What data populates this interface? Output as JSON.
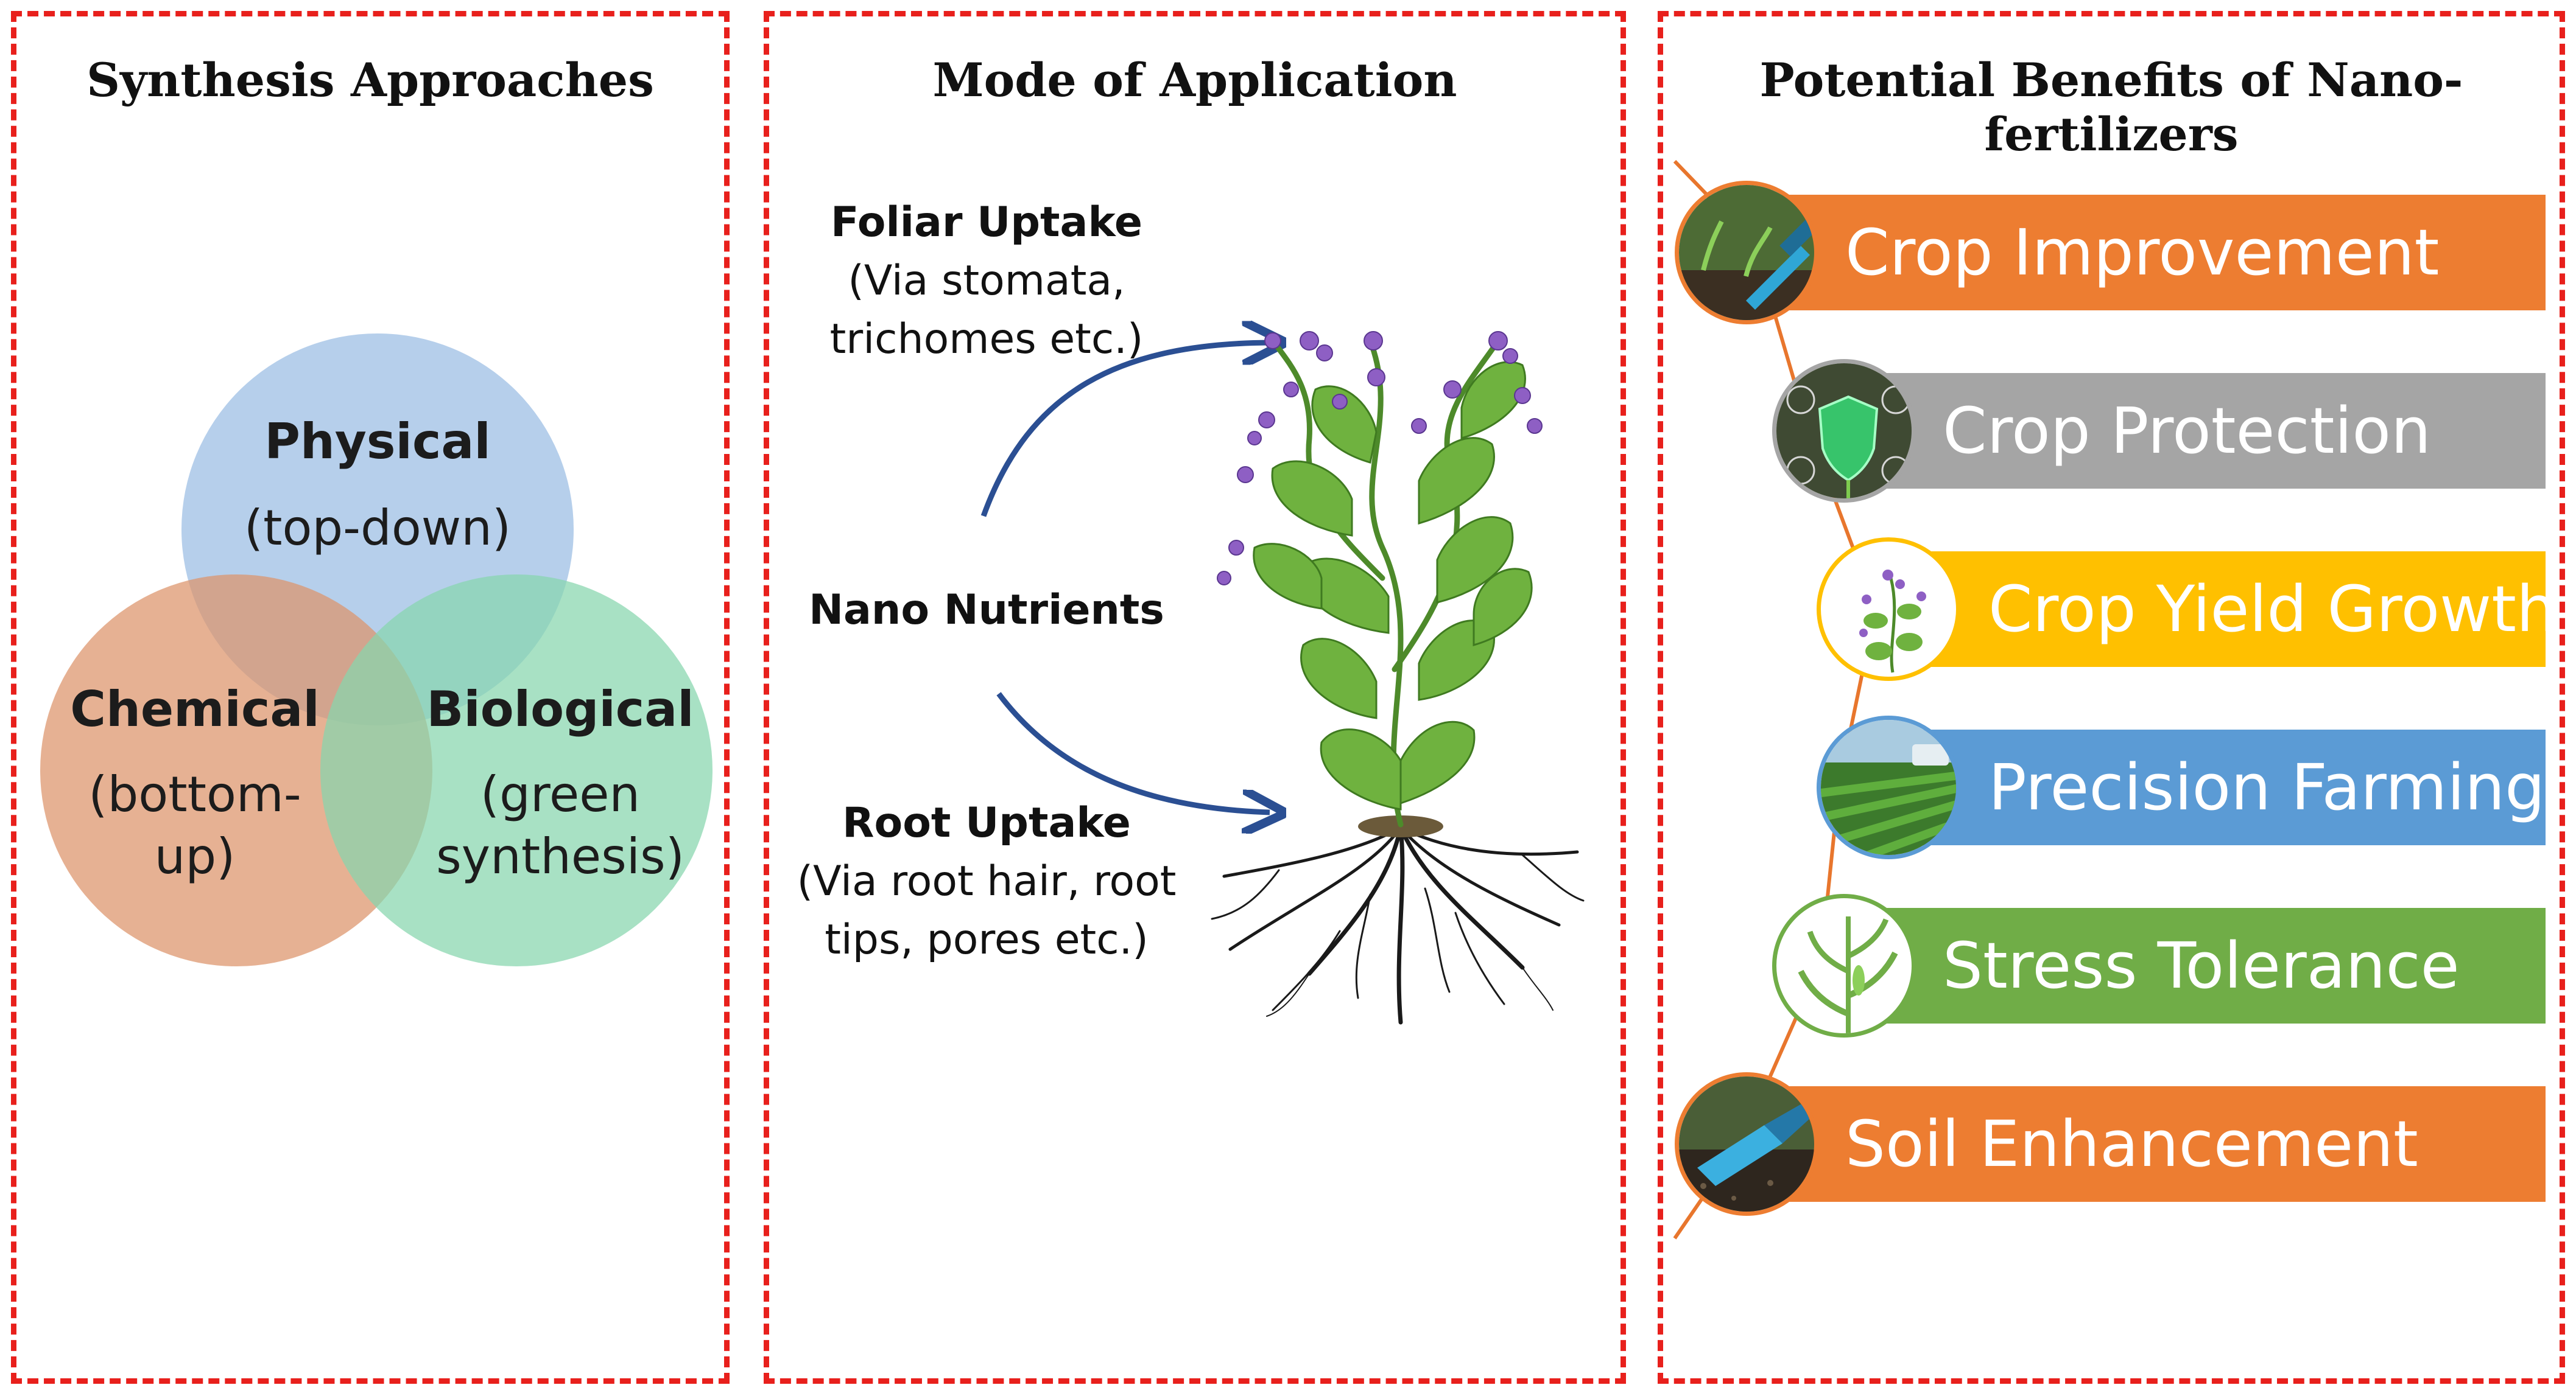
{
  "panels": {
    "synthesis": {
      "title": "Synthesis Approaches",
      "circles": [
        {
          "name": "Physical",
          "sub": "(top-down)",
          "color": "#a9c7e8"
        },
        {
          "name": "Chemical",
          "sub_line1": "(bottom-",
          "sub_line2": "up)",
          "color": "#e2a37f"
        },
        {
          "name": "Biological",
          "sub_line1": "(green",
          "sub_line2": "synthesis)",
          "color": "#a2dfc0"
        }
      ]
    },
    "mode": {
      "title": "Mode of Application",
      "foliar": {
        "heading": "Foliar Uptake",
        "line1": "(Via stomata,",
        "line2": "trichomes etc.)"
      },
      "center": "Nano Nutrients",
      "root": {
        "heading": "Root Uptake",
        "line1": "(Via root hair, root",
        "line2": "tips, pores etc.)"
      },
      "arrow_color": "#2b4f93"
    },
    "benefits": {
      "title": "Potential Benefits of Nano-fertilizers",
      "connector_color": "#e8762d",
      "items": [
        {
          "label": "Crop Improvement",
          "color": "#ed7d31",
          "icon": "hand-tool-seedling-photo-icon"
        },
        {
          "label": "Crop Protection",
          "color": "#a5a5a5",
          "icon": "shield-plant-icon"
        },
        {
          "label": "Crop Yield Growth",
          "color": "#ffc000",
          "icon": "flowering-plant-icon"
        },
        {
          "label": "Precision Farming",
          "color": "#5b9bd5",
          "icon": "crop-rows-field-icon"
        },
        {
          "label": "Stress Tolerance",
          "color": "#70ad47",
          "icon": "corn-plant-icon"
        },
        {
          "label": "Soil Enhancement",
          "color": "#ed7d31",
          "icon": "soil-shovel-photo-icon"
        }
      ]
    }
  }
}
